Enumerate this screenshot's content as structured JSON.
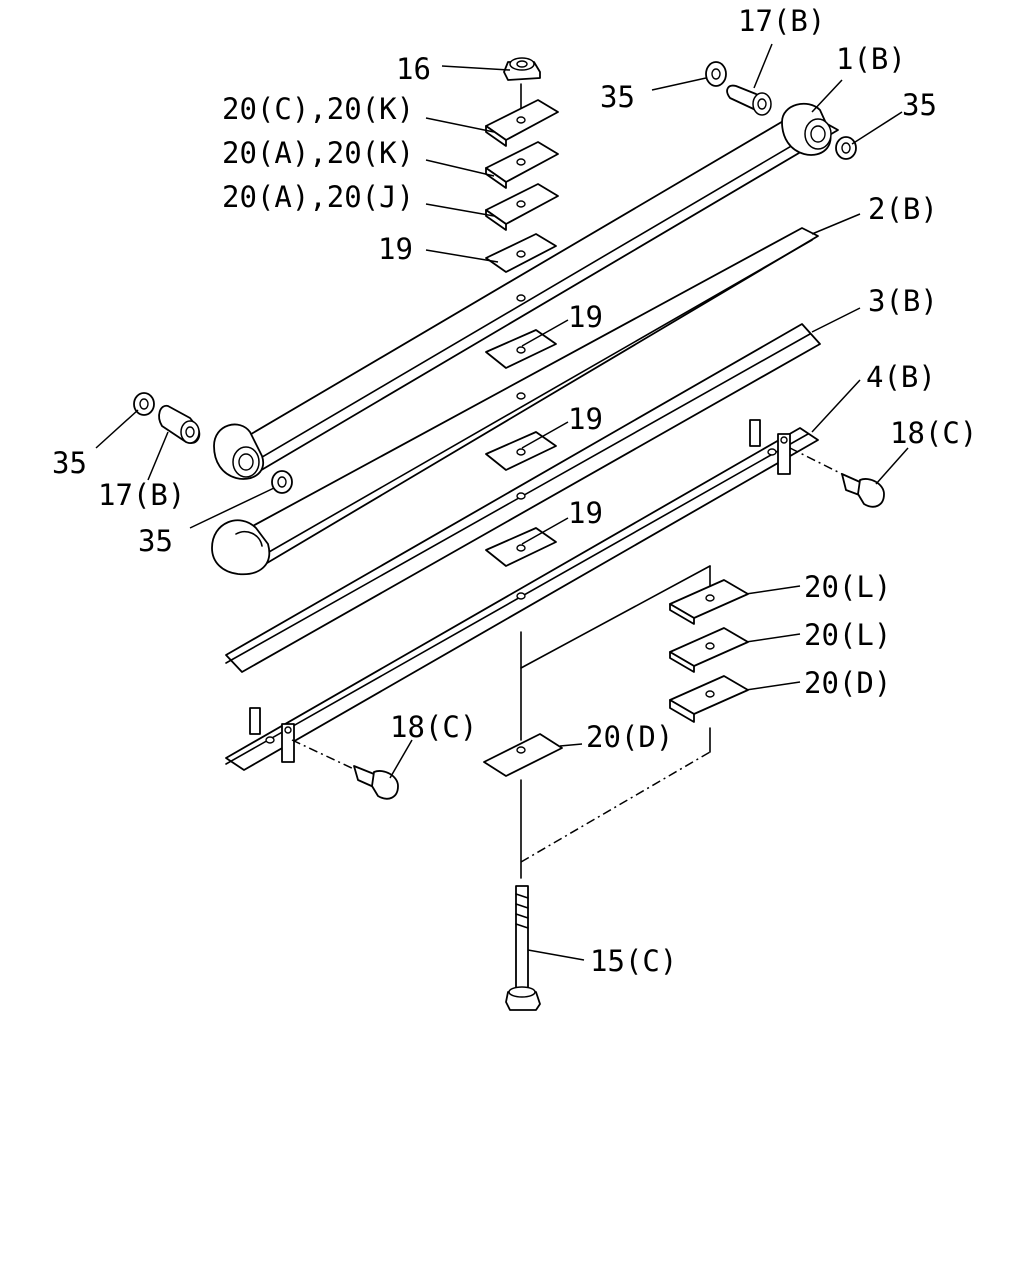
{
  "labels": {
    "nut": "16",
    "shim_top1": "20(C),20(K)",
    "shim_top2": "20(A),20(K)",
    "shim_top3": "20(A),20(J)",
    "pad_top": "19",
    "washer_top_left": "35",
    "bushing_top": "17(B)",
    "leaf1": "1(B)",
    "washer_top_right": "35",
    "leaf2": "2(B)",
    "pad_1_2": "19",
    "leaf3": "3(B)",
    "pad_2_3": "19",
    "leaf4": "4(B)",
    "pad_3_4": "19",
    "bolt_clip_right": "18(C)",
    "washer_left_outer": "35",
    "bushing_left": "17(B)",
    "washer_left_inner": "35",
    "shim_bottom1": "20(L)",
    "shim_bottom2": "20(L)",
    "shim_bottom3": "20(D)",
    "shim_bottom_center": "20(D)",
    "bolt_clip_left": "18(C)",
    "center_bolt": "15(C)"
  }
}
